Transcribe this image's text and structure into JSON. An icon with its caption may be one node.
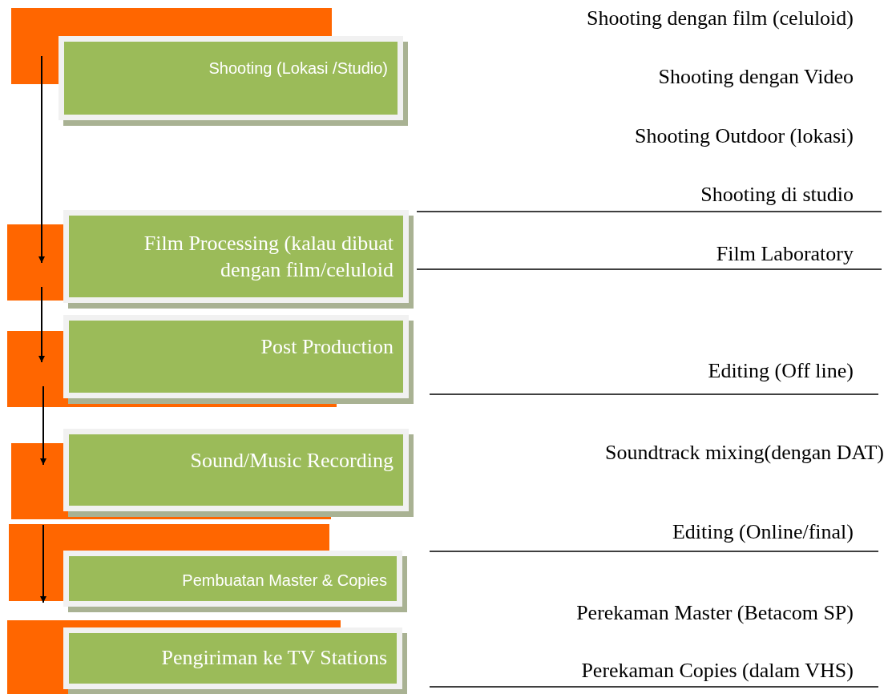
{
  "diagram": {
    "nodes": [
      {
        "text": [
          "Shooting (Lokasi /Studio)"
        ]
      },
      {
        "text": [
          "Film Processing (kalau dibuat dengan film/celuloid"
        ]
      },
      {
        "text": [
          "Post Production"
        ]
      },
      {
        "text": [
          "Sound/Music Recording"
        ]
      },
      {
        "text": [
          "Pembuatan Master & Copies"
        ]
      },
      {
        "text": [
          "Pengiriman ke TV Stations"
        ]
      }
    ],
    "edges": [
      {
        "from": 0,
        "to": 1,
        "arrow": "to"
      },
      {
        "from": 1,
        "to": 2,
        "arrow": "to"
      },
      {
        "from": 2,
        "to": 3,
        "arrow": "to"
      },
      {
        "from": 3,
        "to": 4,
        "arrow": "to"
      }
    ],
    "labels": [
      "Shooting dengan film (celuloid)",
      "Shooting dengan Video",
      "Shooting Outdoor (lokasi)",
      "Shooting di studio",
      "Film Laboratory",
      "Editing (Off line)",
      "Soundtrack mixing(dengan DAT)",
      "Editing (Online/final)",
      "Perekaman Master (Betacom SP)",
      "Perekaman Copies (dalam VHS)"
    ]
  }
}
